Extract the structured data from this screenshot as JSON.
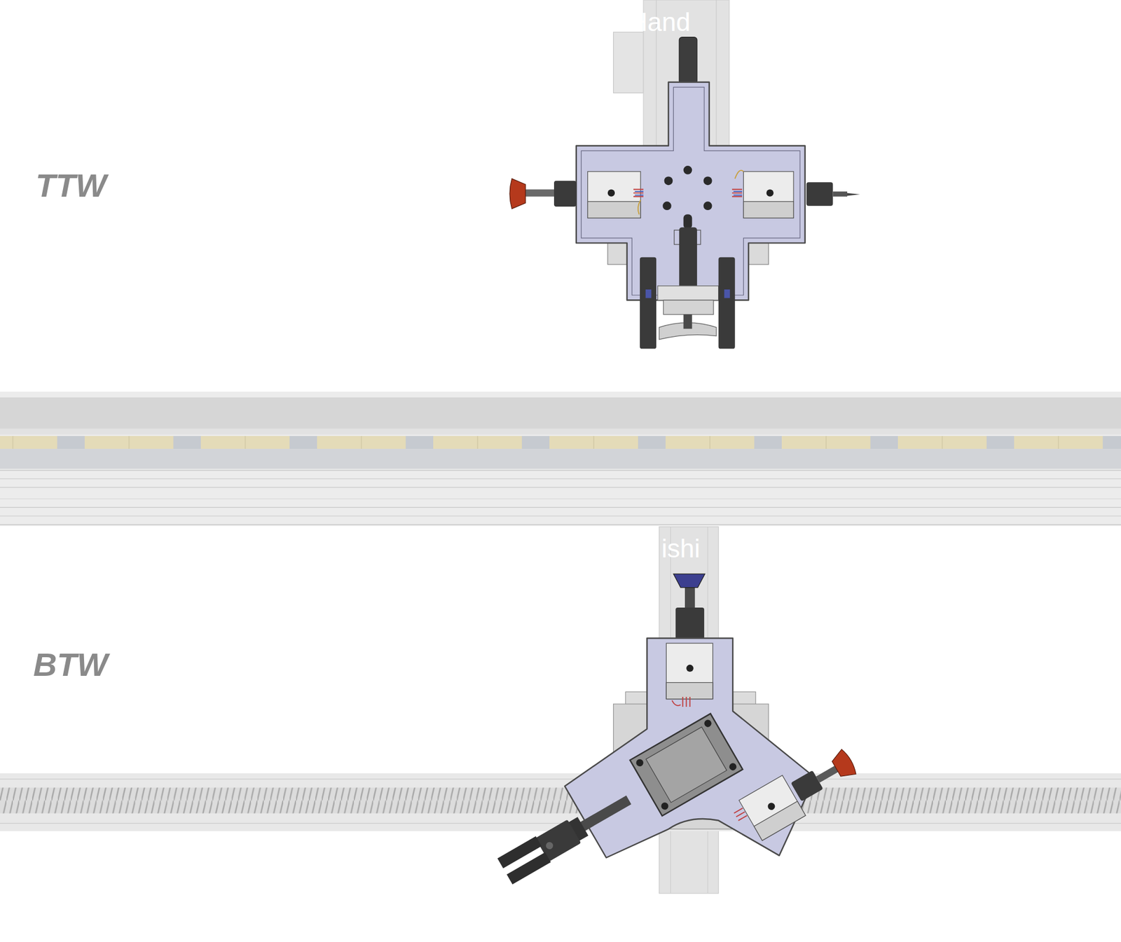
{
  "diagram": {
    "labels": [
      "TTW",
      "BTW",
      "re Hand",
      "ishi"
    ]
  }
}
